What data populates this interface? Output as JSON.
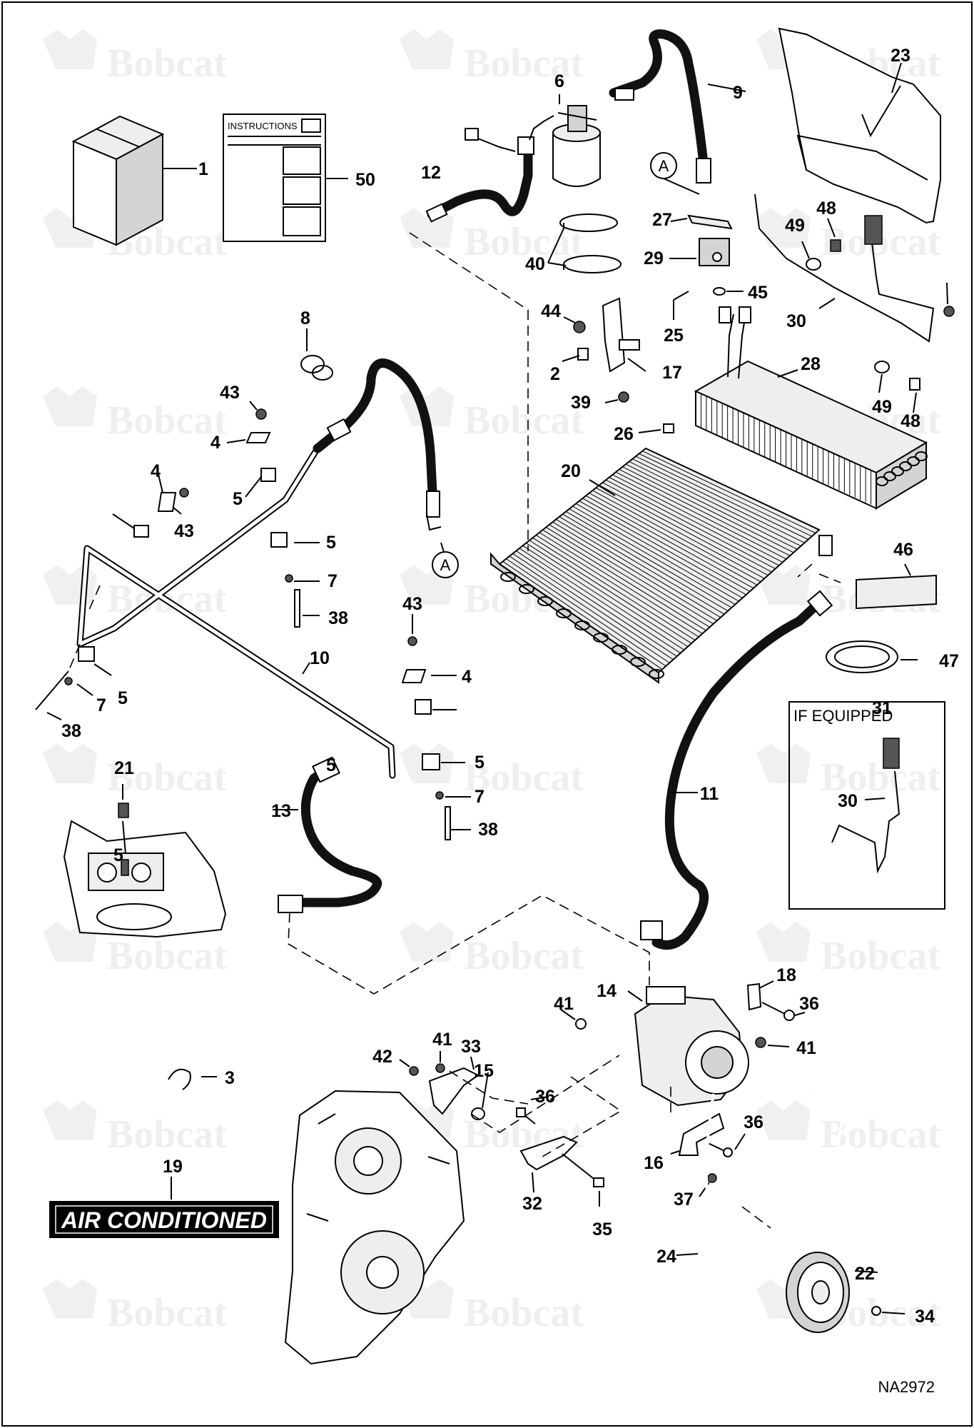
{
  "watermark": {
    "text": "Bobcat"
  },
  "instructions_label": "INSTRUCTIONS",
  "if_equipped_label": "IF EQUIPPED",
  "banner_text": "AIR CONDITIONED",
  "drawing_number": "NA2972",
  "connection_marker": "A",
  "callouts": [
    "1",
    "2",
    "3",
    "4",
    "4",
    "4",
    "5",
    "5",
    "5",
    "5",
    "5",
    "5",
    "6",
    "7",
    "7",
    "7",
    "8",
    "9",
    "10",
    "11",
    "12",
    "13",
    "14",
    "15",
    "16",
    "17",
    "18",
    "19",
    "20",
    "21",
    "22",
    "23",
    "24",
    "25",
    "26",
    "27",
    "28",
    "29",
    "30",
    "30",
    "31",
    "32",
    "33",
    "34",
    "35",
    "36",
    "36",
    "36",
    "37",
    "38",
    "38",
    "38",
    "39",
    "40",
    "41",
    "41",
    "41",
    "42",
    "43",
    "43",
    "43",
    "44",
    "45",
    "46",
    "47",
    "48",
    "48",
    "49",
    "49",
    "50"
  ]
}
